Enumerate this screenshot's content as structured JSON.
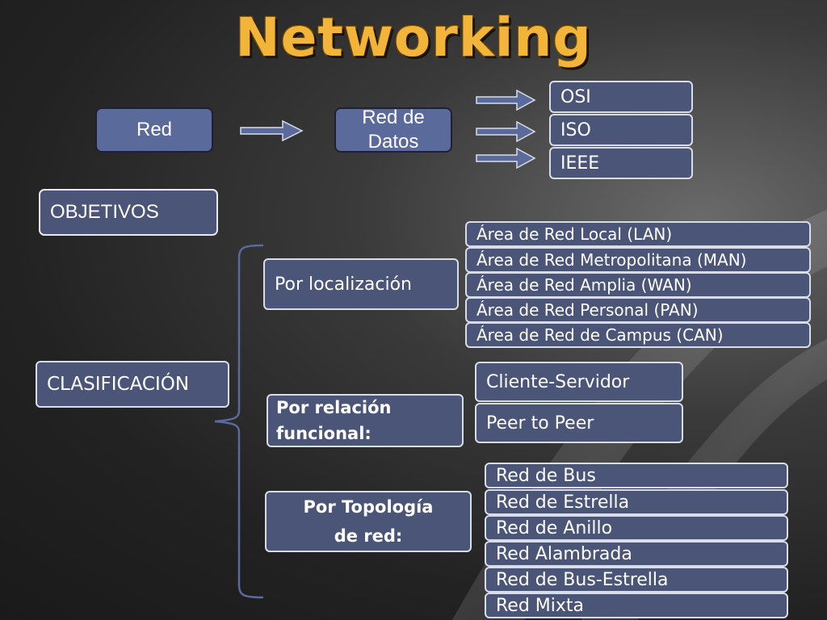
{
  "title": "Networking",
  "top_row": {
    "red": "Red",
    "red_de_datos": "Red de Datos",
    "standards": [
      "OSI",
      "ISO",
      "IEEE"
    ]
  },
  "objetivos": "OBJETIVOS",
  "clasificacion": "CLASIFICACIÓN",
  "localizacion": {
    "label": "Por localización",
    "items": [
      "Área de Red Local (LAN)",
      "Área de Red Metropolitana (MAN)",
      "Área de Red Amplia (WAN)",
      "Área de Red Personal (PAN)",
      "Área de Red de Campus (CAN)"
    ]
  },
  "relacion": {
    "label": "Por relación funcional:",
    "items": [
      "Cliente-Servidor",
      "Peer to Peer"
    ]
  },
  "topologia": {
    "label_line1": "Por Topología",
    "label_line2": "de red:",
    "items": [
      "Red de Bus",
      "Red de Estrella",
      "Red de Anillo",
      "Red Alambrada",
      "Red de Bus-Estrella",
      "Red Mixta"
    ]
  },
  "colors": {
    "box_fill": "#4a5577",
    "title": "#f2b53a",
    "arrow": "#5a6a9a"
  }
}
